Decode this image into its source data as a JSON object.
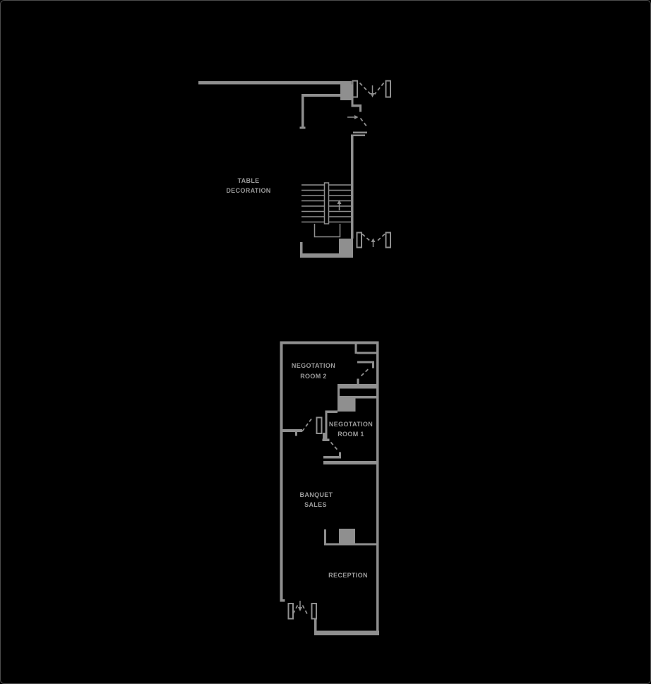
{
  "colors": {
    "background": "#000000",
    "wall": "#8f8f8f",
    "label": "#9b9b9b",
    "border": "#4c4c4c"
  },
  "upper_plan": {
    "room_label": {
      "line1": "TABLE",
      "line2": "DECORATION"
    },
    "icons": {
      "stair_arrow": "up-arrow",
      "top_door_arrow": "down-arrow",
      "bottom_door_arrow": "up-arrow",
      "vestibule_arrow": "right-arrow"
    }
  },
  "lower_plan": {
    "negotiation_room_2": {
      "line1": "NEGOTATION",
      "line2": "ROOM 2"
    },
    "negotiation_room_1": {
      "line1": "NEGOTATION",
      "line2": "ROOM 1"
    },
    "banquet_sales": {
      "line1": "BANQUET",
      "line2": "SALES"
    },
    "reception": {
      "line1": "RECEPTION"
    },
    "icons": {
      "entrance_door_arrow": "down-arrow"
    }
  }
}
